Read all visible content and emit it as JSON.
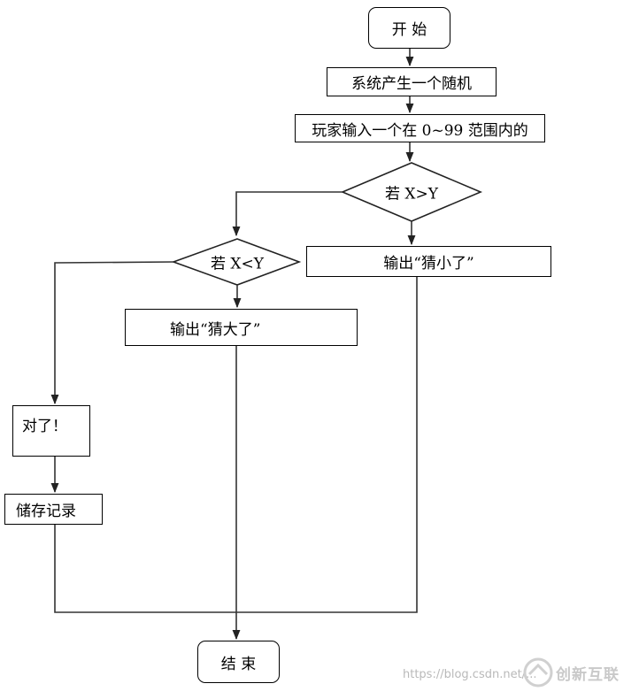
{
  "nodes": {
    "start": "开 始",
    "generate_random": "系统产生一个随机",
    "player_input": "玩家输入一个在 0~99 范围内的",
    "decision_x_gt_y": "若 X>Y",
    "output_small": "输出“猜小了”",
    "decision_x_lt_y": "若 X<Y",
    "output_big": "输出“猜大了”",
    "correct": "对了！",
    "save_record": "储存记录",
    "end": "结 束"
  },
  "watermark": {
    "url": "https://blog.csdn.net/...",
    "logo_text": "创新互联"
  }
}
